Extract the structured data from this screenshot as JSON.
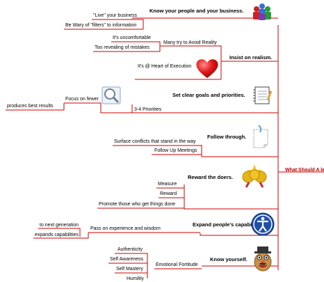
{
  "root": {
    "label": "What Should A le"
  },
  "branches": [
    {
      "title": "Know your people and your business.",
      "icon": "people-icon",
      "children": [
        "\"Live\" your business",
        "Be Wary of \"filters\" to information"
      ]
    },
    {
      "title": "Insist on realism.",
      "icon": "heart-icon",
      "children": [
        "Many try to Avoid Reality",
        "It's uncomfortable",
        "Too revealing of mistakes",
        "It's @ Heart of Execution"
      ]
    },
    {
      "title": "Set clear goals and priorities.",
      "icon": "notebook-icon",
      "children": [
        "3-4 Priorities",
        "Focus on fewer",
        "produces best results"
      ]
    },
    {
      "title": "Follow through.",
      "icon": "sticky-note-icon",
      "children": [
        "Surface conflicts that stand in the way",
        "Follow Up Meetings"
      ]
    },
    {
      "title": "Reward the doers.",
      "icon": "gold-coins-icon",
      "children": [
        "Measure",
        "Reward",
        "Promote those who get things done"
      ]
    },
    {
      "title": "Expand people's capabilities.",
      "icon": "accessibility-icon",
      "children": [
        "Pass on experience and wisdom",
        "to next generation",
        "expands capabilities"
      ]
    },
    {
      "title": "Know yourself.",
      "icon": "potato-head-icon",
      "children": [
        "Emotional Fortitude",
        "Authenticity",
        "Self Awareness",
        "Self Mastery",
        "Humility"
      ]
    }
  ]
}
